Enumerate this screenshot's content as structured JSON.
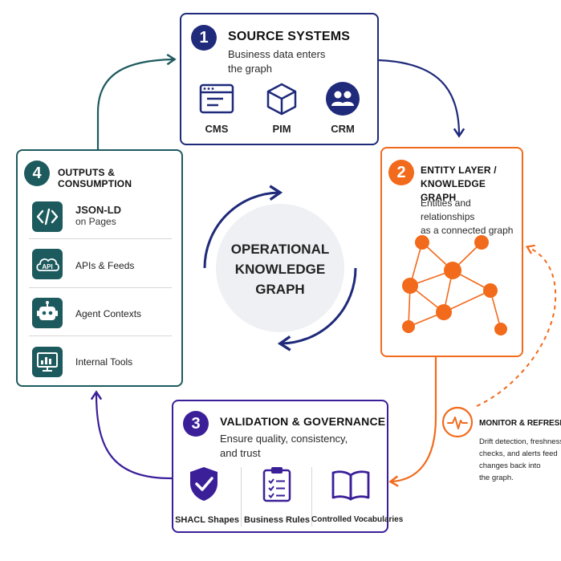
{
  "center": {
    "line1": "OPERATIONAL",
    "line2": "KNOWLEDGE",
    "line3": "GRAPH"
  },
  "step1": {
    "number": "1",
    "title": "SOURCE SYSTEMS",
    "desc_line1": "Business data enters",
    "desc_line2": "the graph",
    "items": [
      "CMS",
      "PIM",
      "CRM"
    ]
  },
  "step2": {
    "number": "2",
    "title_line1": "ENTITY LAYER /",
    "title_line2": "KNOWLEDGE GRAPH",
    "desc_line1": "Entities and relationships",
    "desc_line2": "as a connected graph"
  },
  "step3": {
    "number": "3",
    "title": "VALIDATION & GOVERNANCE",
    "desc_line1": "Ensure quality, consistency,",
    "desc_line2": "and trust",
    "items": [
      "SHACL Shapes",
      "Business Rules",
      "Controlled Vocabularies"
    ]
  },
  "step4": {
    "number": "4",
    "title": "OUTPUTS & CONSUMPTION",
    "items": [
      {
        "label": "JSON-LD",
        "sub": "on Pages",
        "icon": "code-icon"
      },
      {
        "label": "APIs & Feeds",
        "icon": "api-cloud-icon"
      },
      {
        "label": "Agent Contexts",
        "icon": "robot-icon"
      },
      {
        "label": "Internal Tools",
        "icon": "monitor-chart-icon"
      }
    ],
    "api_icon_text": "API"
  },
  "monitor": {
    "title": "MONITOR & REFRESH",
    "desc_line1": "Drift detection, freshness",
    "desc_line2": "checks, and alerts feed",
    "desc_line3": "changes back into",
    "desc_line4": "the graph."
  },
  "colors": {
    "navy": "#1f2a7a",
    "orange": "#f26a1b",
    "purple": "#3b1f99",
    "teal": "#1d5a5e"
  }
}
